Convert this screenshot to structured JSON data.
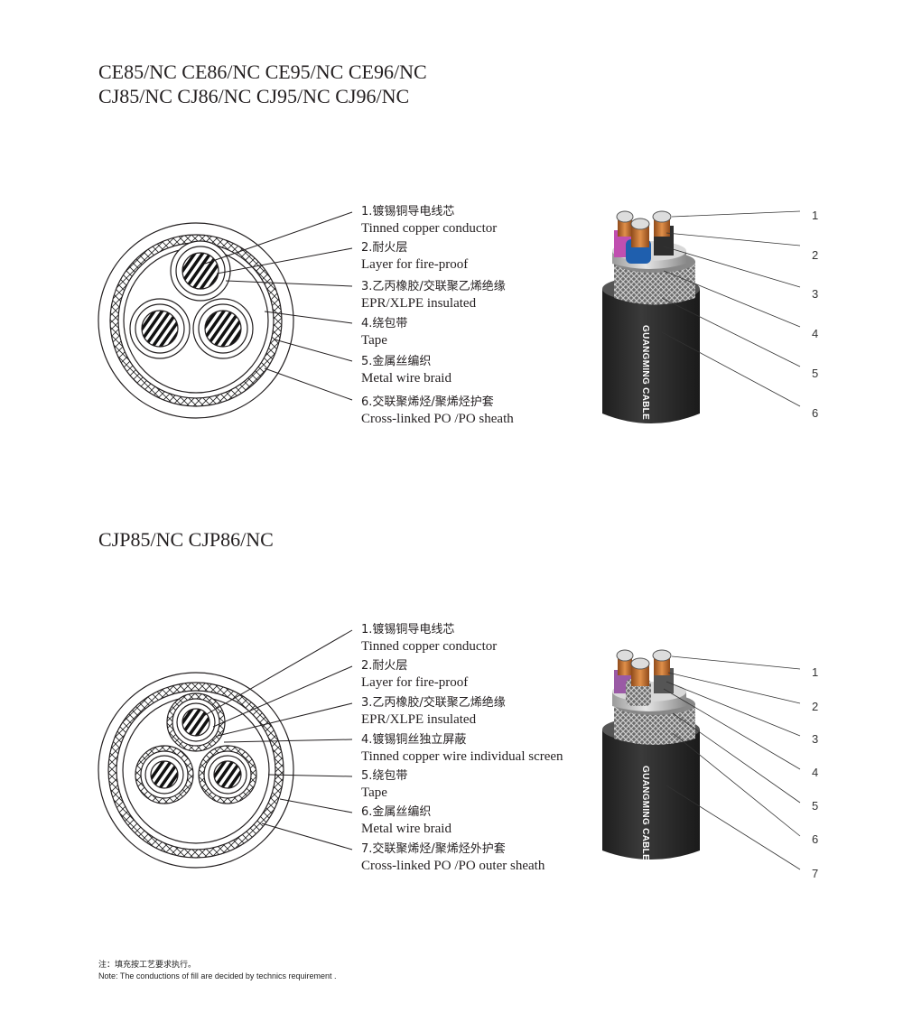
{
  "section1": {
    "title_line1": "CE85/NC CE86/NC CE95/NC CE96/NC",
    "title_line2": "CJ85/NC CJ86/NC CJ95/NC CJ96/NC",
    "layers": [
      {
        "zh": "1.镀锡铜导电线芯",
        "en": "Tinned copper conductor"
      },
      {
        "zh": "2.耐火层",
        "en": "Layer for fire-proof"
      },
      {
        "zh": "3.乙丙橡胶/交联聚乙烯绝缘",
        "en": "EPR/XLPE insulated"
      },
      {
        "zh": "4.绕包带",
        "en": "Tape"
      },
      {
        "zh": "5.金属丝编织",
        "en": "Metal wire braid"
      },
      {
        "zh": "6.交联聚烯烃/聚烯烃护套",
        "en": "Cross-linked PO /PO sheath"
      }
    ],
    "numbers": [
      "1",
      "2",
      "3",
      "4",
      "5",
      "6"
    ],
    "brand": "GUANGMING CABLE"
  },
  "section2": {
    "title": "CJP85/NC CJP86/NC",
    "layers": [
      {
        "zh": "1.镀锡铜导电线芯",
        "en": "Tinned copper conductor"
      },
      {
        "zh": "2.耐火层",
        "en": "Layer for fire-proof"
      },
      {
        "zh": "3.乙丙橡胶/交联聚乙烯绝缘",
        "en": "EPR/XLPE insulated"
      },
      {
        "zh": "4.镀锡铜丝独立屏蔽",
        "en": "Tinned copper wire individual screen"
      },
      {
        "zh": "5.绕包带",
        "en": "Tape"
      },
      {
        "zh": "6.金属丝编织",
        "en": "Metal wire braid"
      },
      {
        "zh": "7.交联聚烯烃/聚烯烃外护套",
        "en": "Cross-linked PO /PO outer sheath"
      }
    ],
    "numbers": [
      "1",
      "2",
      "3",
      "4",
      "5",
      "6",
      "7"
    ],
    "brand": "GUANGMING CABLE"
  },
  "note": {
    "zh": "注：填充按工艺要求执行。",
    "en": "Note: The conductions of fill are decided by technics requirement ."
  },
  "colors": {
    "line": "#231f20",
    "sheath": "#2b2b2b",
    "copper": "#c8702e",
    "blue": "#1f5fae",
    "pink": "#c04fb0"
  }
}
